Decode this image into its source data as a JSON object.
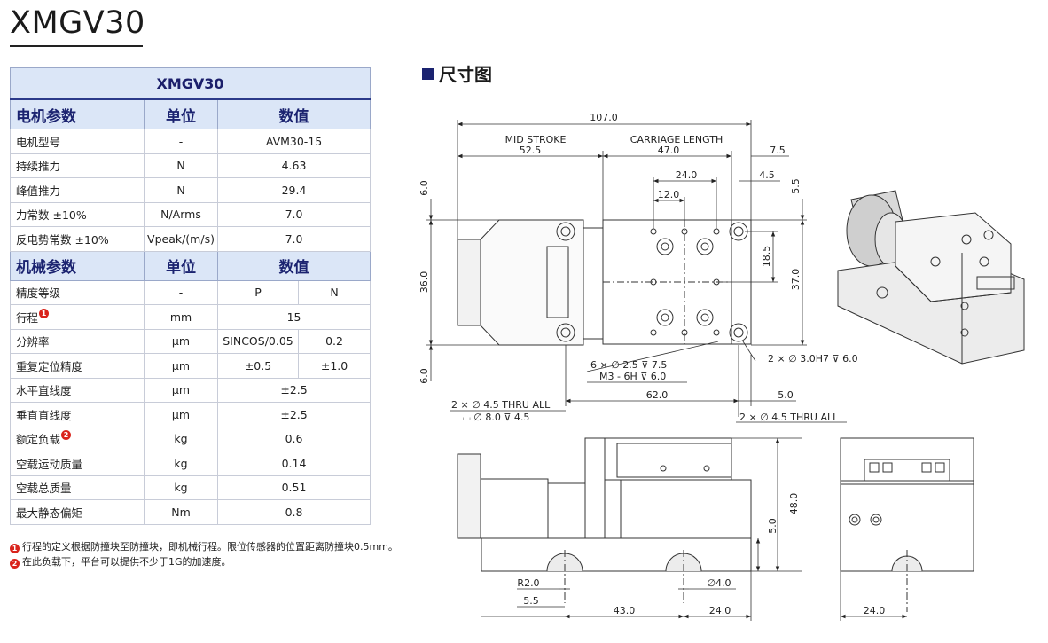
{
  "page": {
    "title": "XMGV30"
  },
  "spec_table": {
    "header": "XMGV30",
    "motor_section": {
      "name": "电机参数",
      "unit": "单位",
      "value": "数值"
    },
    "motor_rows": [
      {
        "name": "电机型号",
        "unit": "-",
        "value": "AVM30-15"
      },
      {
        "name": "持续推力",
        "unit": "N",
        "value": "4.63"
      },
      {
        "name": "峰值推力",
        "unit": "N",
        "value": "29.4"
      },
      {
        "name": "力常数 ±10%",
        "unit": "N/Arms",
        "value": "7.0"
      },
      {
        "name": "反电势常数 ±10%",
        "unit": "Vpeak/(m/s)",
        "value": "7.0"
      }
    ],
    "mech_section": {
      "name": "机械参数",
      "unit": "单位",
      "value": "数值"
    },
    "mech_rows": [
      {
        "name": "精度等级",
        "unit": "-",
        "value_p": "P",
        "value_n": "N"
      },
      {
        "name": "行程",
        "note": "1",
        "unit": "mm",
        "value": "15"
      },
      {
        "name": "分辨率",
        "unit": "μm",
        "value_p": "SINCOS/0.05",
        "value_n": "0.2"
      },
      {
        "name": "重复定位精度",
        "unit": "μm",
        "value_p": "±0.5",
        "value_n": "±1.0"
      },
      {
        "name": "水平直线度",
        "unit": "μm",
        "value": "±2.5"
      },
      {
        "name": "垂直直线度",
        "unit": "μm",
        "value": "±2.5"
      },
      {
        "name": "额定负载",
        "note": "2",
        "unit": "kg",
        "value": "0.6"
      },
      {
        "name": "空载运动质量",
        "unit": "kg",
        "value": "0.14"
      },
      {
        "name": "空载总质量",
        "unit": "kg",
        "value": "0.51"
      },
      {
        "name": "最大静态偏矩",
        "unit": "Nm",
        "value": "0.8"
      }
    ]
  },
  "footnotes": [
    {
      "marker": "1",
      "text": "行程的定义根据防撞块至防撞块，即机械行程。限位传感器的位置距离防撞块0.5mm。"
    },
    {
      "marker": "2",
      "text": "在此负载下，平台可以提供不少于1G的加速度。"
    }
  ],
  "drawing": {
    "heading": "尺寸图",
    "dims": {
      "d107": "107.0",
      "mid_stroke": "MID STROKE",
      "carriage_length": "CARRIAGE LENGTH",
      "d52_5": "52.5",
      "d47": "47.0",
      "d7_5": "7.5",
      "d24": "24.0",
      "d12": "12.0",
      "d4_5": "4.5",
      "d5_5": "5.5",
      "d6_top": "6.0",
      "d36": "36.0",
      "d6_bot": "6.0",
      "d18_5": "18.5",
      "d37": "37.0",
      "holes_6x": "6 × ∅ 2.5  ⊽ 7.5",
      "m3": "M3 - 6H  ⊽ 6.0",
      "pin_holes": "2 × ∅ 3.0H7  ⊽ 6.0",
      "thru_left": "2 × ∅ 4.5 THRU ALL",
      "cbore": "⌴ ∅ 8.0  ⊽ 4.5",
      "d62": "62.0",
      "d5": "5.0",
      "thru_right": "2 × ∅ 4.5 THRU ALL",
      "d48": "48.0",
      "d5_side": "5.0",
      "r2": "R2.0",
      "dia4": "∅4.0",
      "d5_5b": "5.5",
      "d43": "43.0",
      "d24b": "24.0",
      "d24c": "24.0"
    }
  }
}
